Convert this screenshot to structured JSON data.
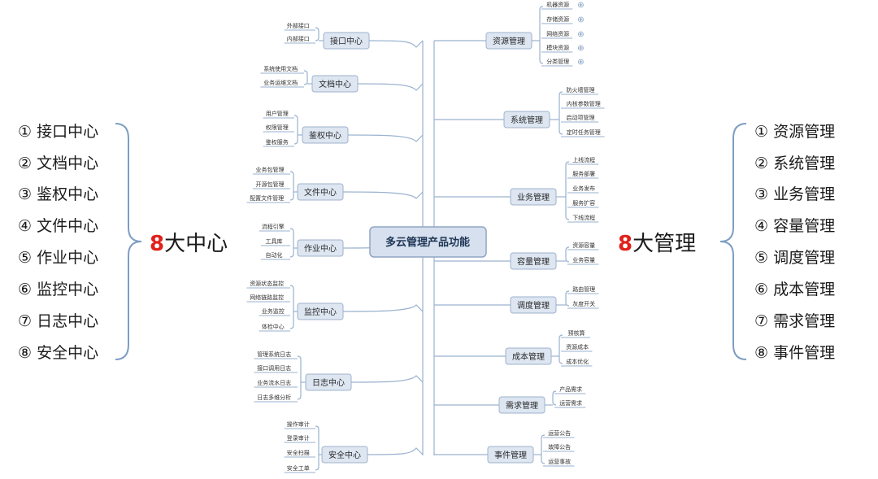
{
  "center": {
    "title": "多云管理产品功能"
  },
  "left_summary": {
    "number": "8",
    "title": "大中心"
  },
  "right_summary": {
    "number": "8",
    "title": "大管理"
  },
  "left_list": [
    {
      "num": "①",
      "label": "接口中心"
    },
    {
      "num": "②",
      "label": "文档中心"
    },
    {
      "num": "③",
      "label": "鉴权中心"
    },
    {
      "num": "④",
      "label": "文件中心"
    },
    {
      "num": "⑤",
      "label": "作业中心"
    },
    {
      "num": "⑥",
      "label": "监控中心"
    },
    {
      "num": "⑦",
      "label": "日志中心"
    },
    {
      "num": "⑧",
      "label": "安全中心"
    }
  ],
  "right_list": [
    {
      "num": "①",
      "label": "资源管理"
    },
    {
      "num": "②",
      "label": "系统管理"
    },
    {
      "num": "③",
      "label": "业务管理"
    },
    {
      "num": "④",
      "label": "容量管理"
    },
    {
      "num": "⑤",
      "label": "调度管理"
    },
    {
      "num": "⑥",
      "label": "成本管理"
    },
    {
      "num": "⑦",
      "label": "需求管理"
    },
    {
      "num": "⑧",
      "label": "事件管理"
    }
  ],
  "left_nodes": [
    {
      "name": "接口中心",
      "children": [
        "外部接口",
        "内部接口"
      ]
    },
    {
      "name": "文档中心",
      "children": [
        "系统使用文档",
        "业务运维文档"
      ]
    },
    {
      "name": "鉴权中心",
      "children": [
        "用户管理",
        "权限管理",
        "鉴权服务"
      ]
    },
    {
      "name": "文件中心",
      "children": [
        "业务包管理",
        "开源包管理",
        "配置文件管理"
      ]
    },
    {
      "name": "作业中心",
      "children": [
        "流程引擎",
        "工具库",
        "自动化"
      ]
    },
    {
      "name": "监控中心",
      "children": [
        "资源状态监控",
        "网络链路监控",
        "业务监控",
        "体检中心"
      ]
    },
    {
      "name": "日志中心",
      "children": [
        "管理系统日志",
        "接口调用日志",
        "业务流水日志",
        "日志多维分析"
      ]
    },
    {
      "name": "安全中心",
      "children": [
        "操作审计",
        "登录审计",
        "安全扫描",
        "安全工单"
      ]
    }
  ],
  "right_nodes": [
    {
      "name": "资源管理",
      "children": [
        "机器资源",
        "存储资源",
        "网络资源",
        "模块资源",
        "分类管理"
      ]
    },
    {
      "name": "系统管理",
      "children": [
        "防火墙管理",
        "内核参数管理",
        "启动项管理",
        "定时任务管理"
      ]
    },
    {
      "name": "业务管理",
      "children": [
        "上线流程",
        "服务部署",
        "业务发布",
        "服务扩容",
        "下线流程"
      ]
    },
    {
      "name": "容量管理",
      "children": [
        "资源容量",
        "业务容量"
      ]
    },
    {
      "name": "调度管理",
      "children": [
        "路由管理",
        "灰度开关"
      ]
    },
    {
      "name": "成本管理",
      "children": [
        "预核算",
        "资源成本",
        "成本优化"
      ]
    },
    {
      "name": "需求管理",
      "children": [
        "产品需求",
        "运营需求"
      ]
    },
    {
      "name": "事件管理",
      "children": [
        "运营公告",
        "故障公告",
        "运营事故"
      ]
    }
  ]
}
